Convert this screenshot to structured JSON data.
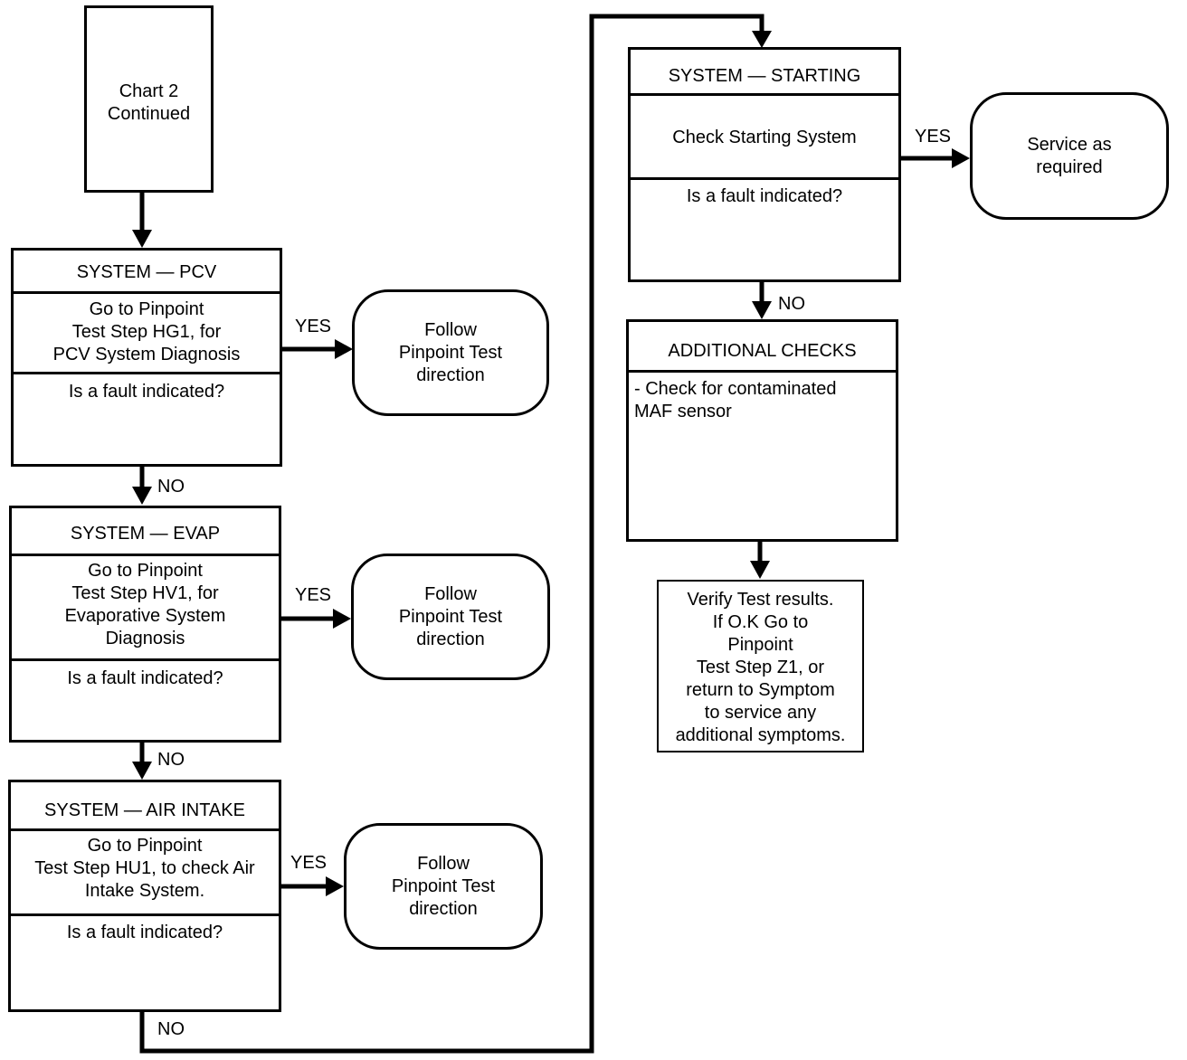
{
  "start": {
    "text": "Chart 2\nContinued"
  },
  "pcv": {
    "title": "SYSTEM — PCV",
    "action": "Go to  Pinpoint\nTest Step HG1, for\nPCV System Diagnosis",
    "question": "Is a fault indicated?"
  },
  "evap": {
    "title": "SYSTEM — EVAP",
    "action": "Go to  Pinpoint\nTest Step HV1, for\nEvaporative System\nDiagnosis",
    "question": "Is a fault indicated?"
  },
  "air": {
    "title": "SYSTEM — AIR INTAKE",
    "action": "Go to Pinpoint\nTest Step HU1, to check Air\nIntake System.",
    "question": "Is a fault indicated?"
  },
  "starting": {
    "title": "SYSTEM — STARTING",
    "action": "Check Starting System",
    "question": "Is a fault indicated?"
  },
  "additional": {
    "title": "ADDITIONAL CHECKS",
    "body": "- Check for contaminated\n   MAF sensor"
  },
  "outcomes": {
    "pcv_follow": "Follow\nPinpoint Test\ndirection",
    "evap_follow": "Follow\nPinpoint Test\ndirection",
    "air_follow": "Follow\nPinpoint Test\ndirection",
    "service": "Service as\nrequired",
    "verify": "Verify Test results.\nIf O.K Go to\nPinpoint\nTest Step Z1, or\nreturn to Symptom\nto service any\nadditional symptoms."
  },
  "labels": {
    "yes": "YES",
    "no": "NO"
  }
}
